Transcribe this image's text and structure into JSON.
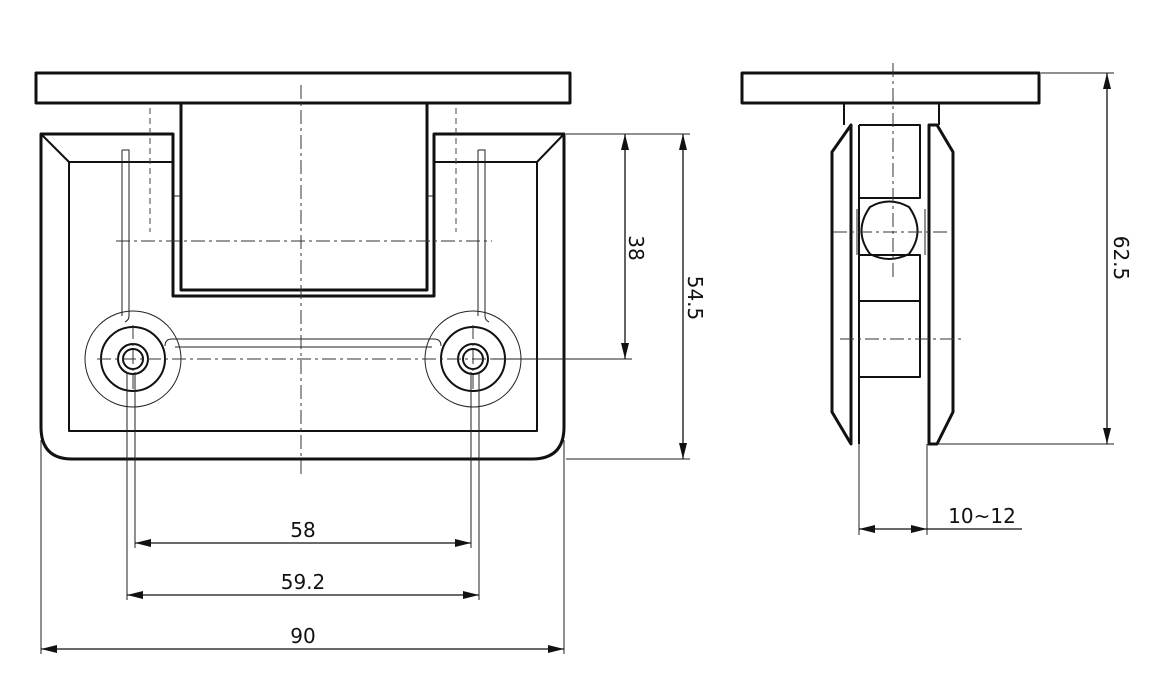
{
  "dimensions": {
    "width_overall": "90",
    "hole_spacing_outer": "59.2",
    "hole_spacing_inner": "58",
    "height_hole": "38",
    "height_body": "54.5",
    "height_total": "62.5",
    "glass_thickness": "10~12"
  }
}
